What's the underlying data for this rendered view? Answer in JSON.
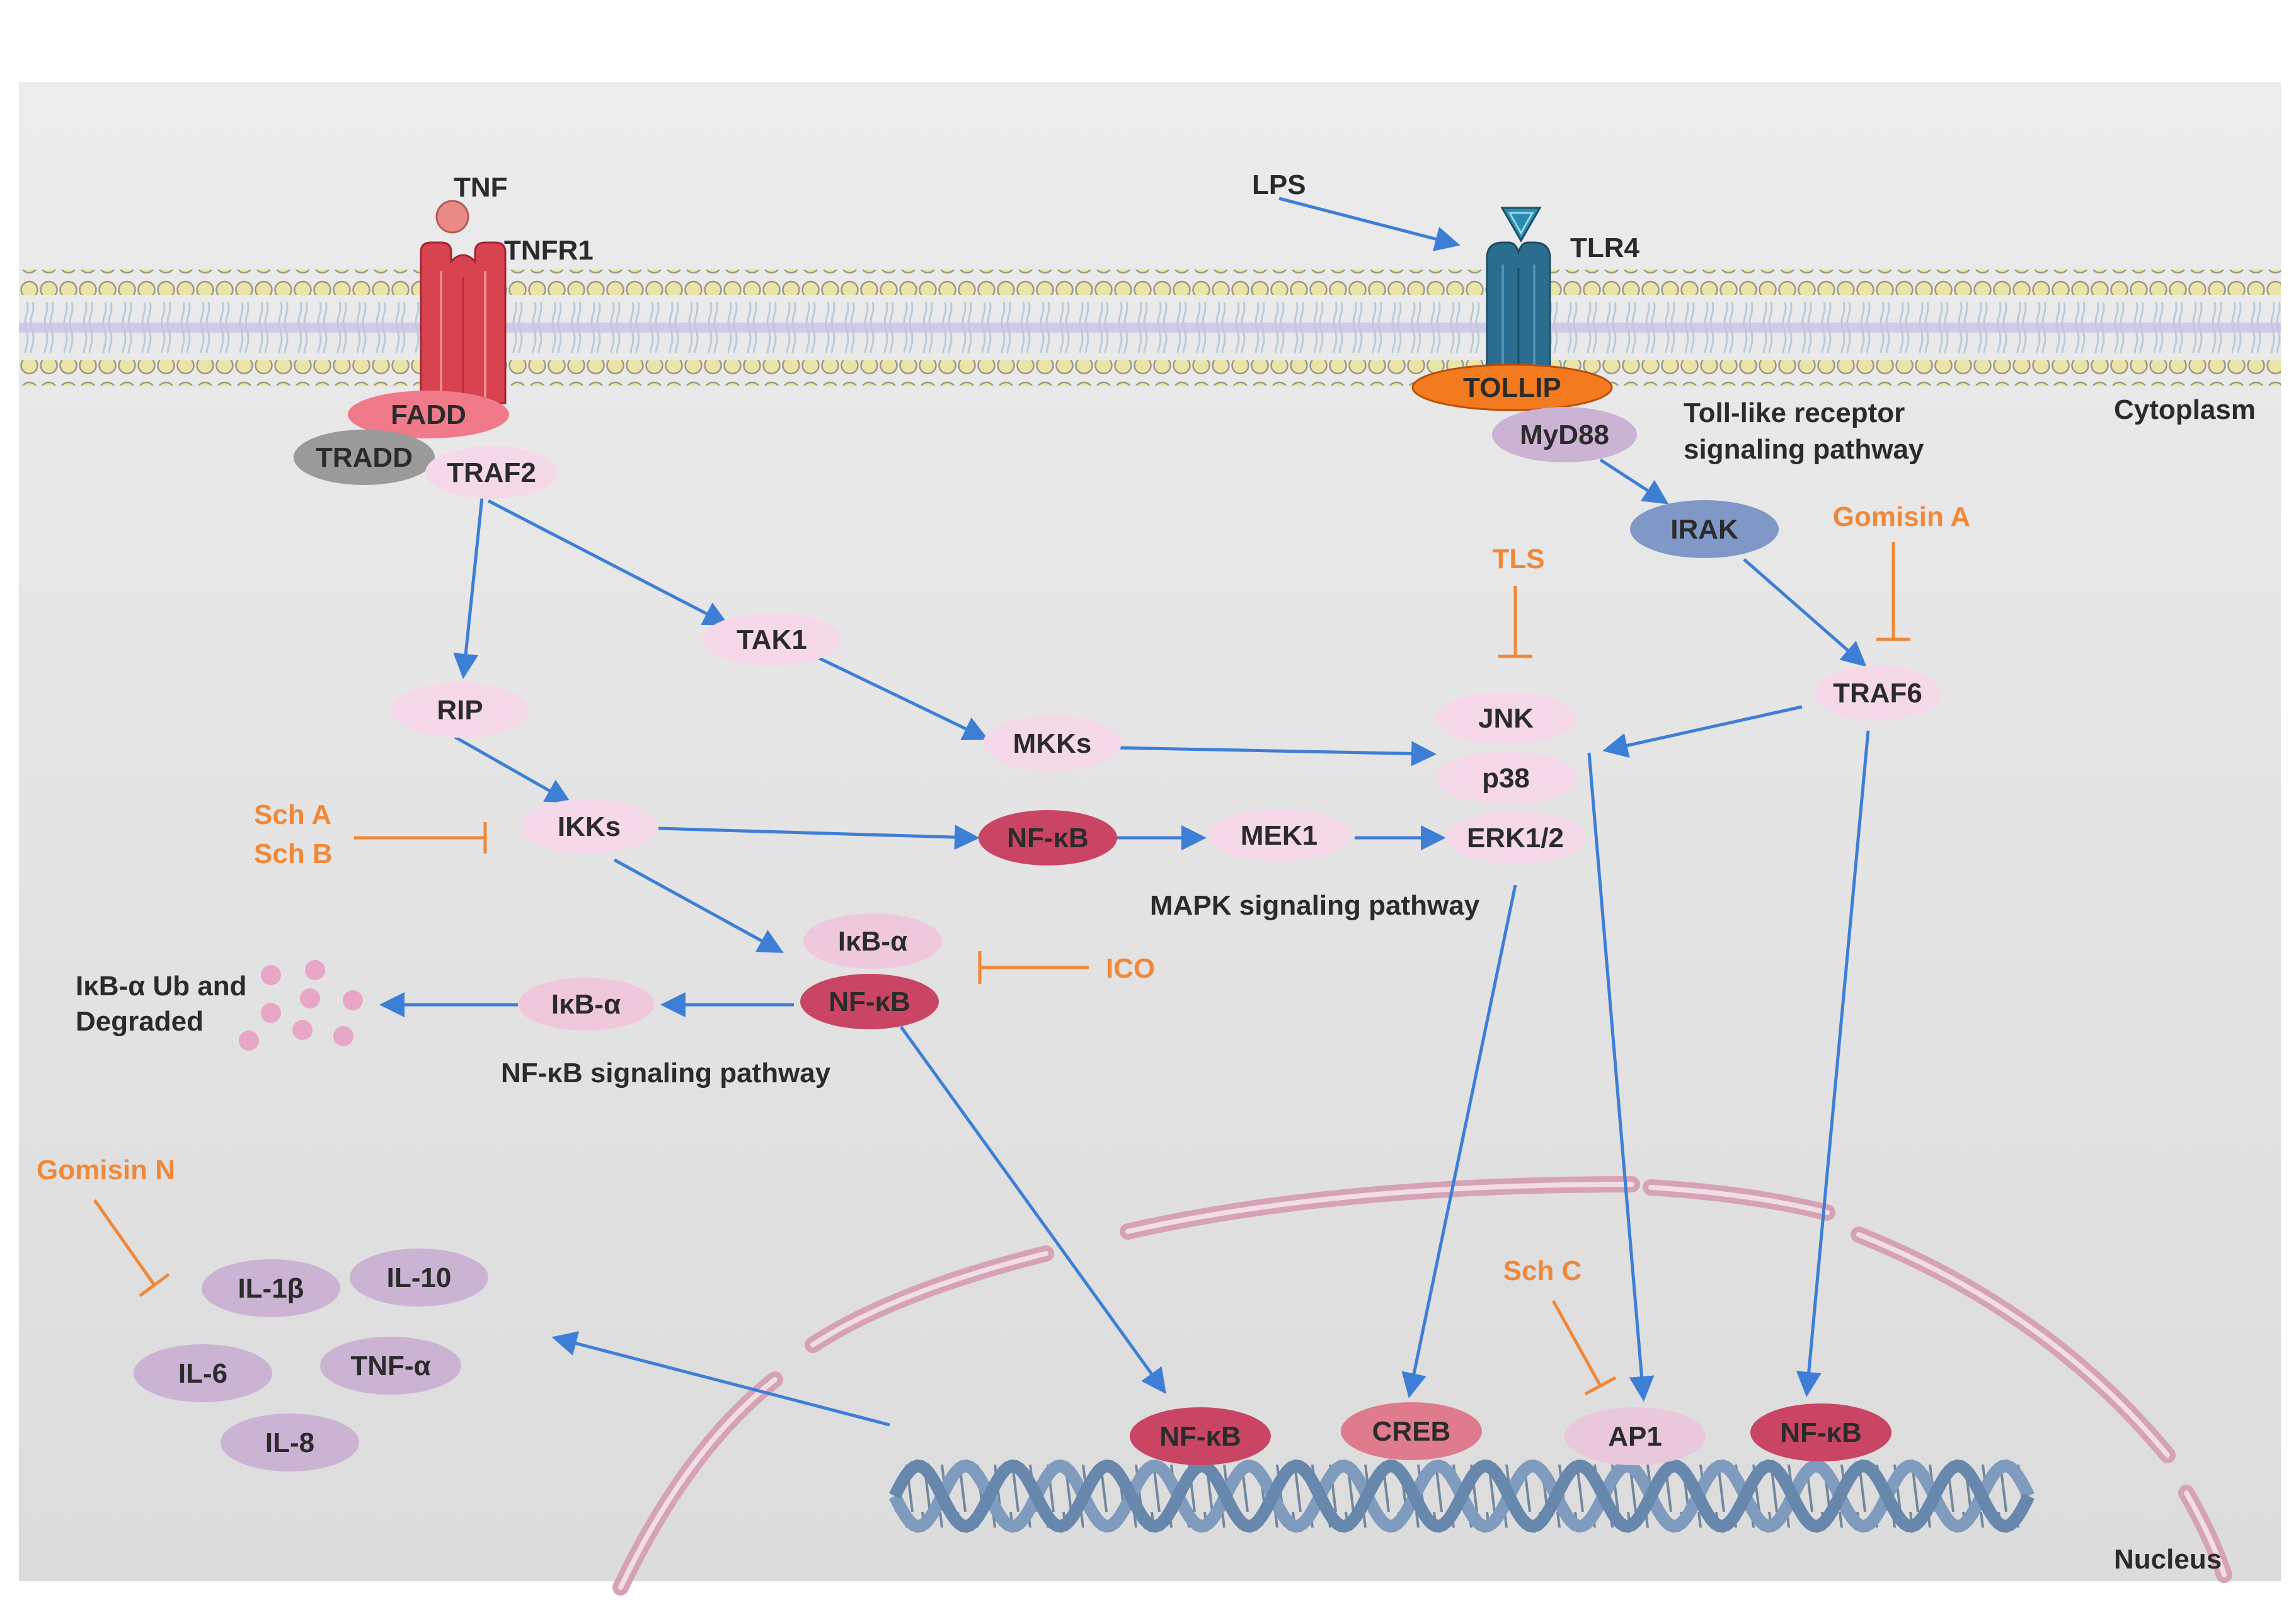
{
  "ligands": {
    "tnf": "TNF",
    "lps": "LPS"
  },
  "receptors": {
    "tnfr1": "TNFR1",
    "tlr4": "TLR4"
  },
  "nodes": {
    "fadd": "FADD",
    "tradd": "TRADD",
    "traf2": "TRAF2",
    "tollip": "TOLLIP",
    "myd88": "MyD88",
    "irak": "IRAK",
    "traf6": "TRAF6",
    "tak1": "TAK1",
    "rip": "RIP",
    "mkks": "MKKs",
    "ikks": "IKKs",
    "jnk": "JNK",
    "p38": "p38",
    "erk": "ERK1/2",
    "nfkb_mid": "NF-κB",
    "mek1": "MEK1",
    "ikba_top": "IκB-α",
    "ikba_left": "IκB-α",
    "nfkb_complex": "NF-κB",
    "il1b": "IL-1β",
    "il10": "IL-10",
    "il6": "IL-6",
    "tnfa": "TNF-α",
    "il8": "IL-8",
    "nfkb_n1": "NF-κB",
    "creb": "CREB",
    "ap1": "AP1",
    "nfkb_n2": "NF-κB"
  },
  "drugs": {
    "tls": "TLS",
    "gomisin_a": "Gomisin A",
    "sch_a": "Sch A",
    "sch_b": "Sch B",
    "ico": "ICO",
    "gomisin_n": "Gomisin N",
    "sch_c": "Sch C"
  },
  "labels": {
    "cytoplasm": "Cytoplasm",
    "nucleus": "Nucleus",
    "toll_line1": "Toll-like receptor",
    "toll_line2": "signaling pathway",
    "mapk": "MAPK signaling pathway",
    "nfkb_pathway": "NF-κB signaling pathway",
    "degraded_line1": "IκB-α Ub and",
    "degraded_line2": "Degraded"
  },
  "colors": {
    "arrow": "#3d7fd6",
    "inhibitor": "#f0883a",
    "light_pink": "#f6d9e8",
    "dark_pink": "#c94563",
    "lilac": "#cbb3d3",
    "receptor_red": "#d9434f",
    "receptor_teal": "#2a6d8e",
    "tollip_orange": "#f47a20",
    "irak_blue": "#8098c8",
    "tradd_gray": "#9a9a9a",
    "fadd_pink": "#f07a8a",
    "membrane": "#e9e2a4",
    "nucleus_ring": "#d9a0b5",
    "dna": "#7a96b8"
  }
}
